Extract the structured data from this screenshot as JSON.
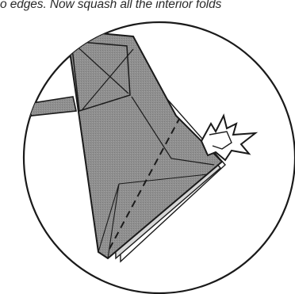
{
  "caption": {
    "text": "o edges. Now squash all the interior folds"
  },
  "diagram": {
    "subject": "origami squash fold step",
    "colors": {
      "paper_fill": "#8f8f8f",
      "paper_light": "#d6d6d6",
      "outline": "#1a1a1a",
      "background": "#ffffff"
    },
    "arrow_icon": "squash-arrow-icon",
    "crease_style": "dashed"
  }
}
